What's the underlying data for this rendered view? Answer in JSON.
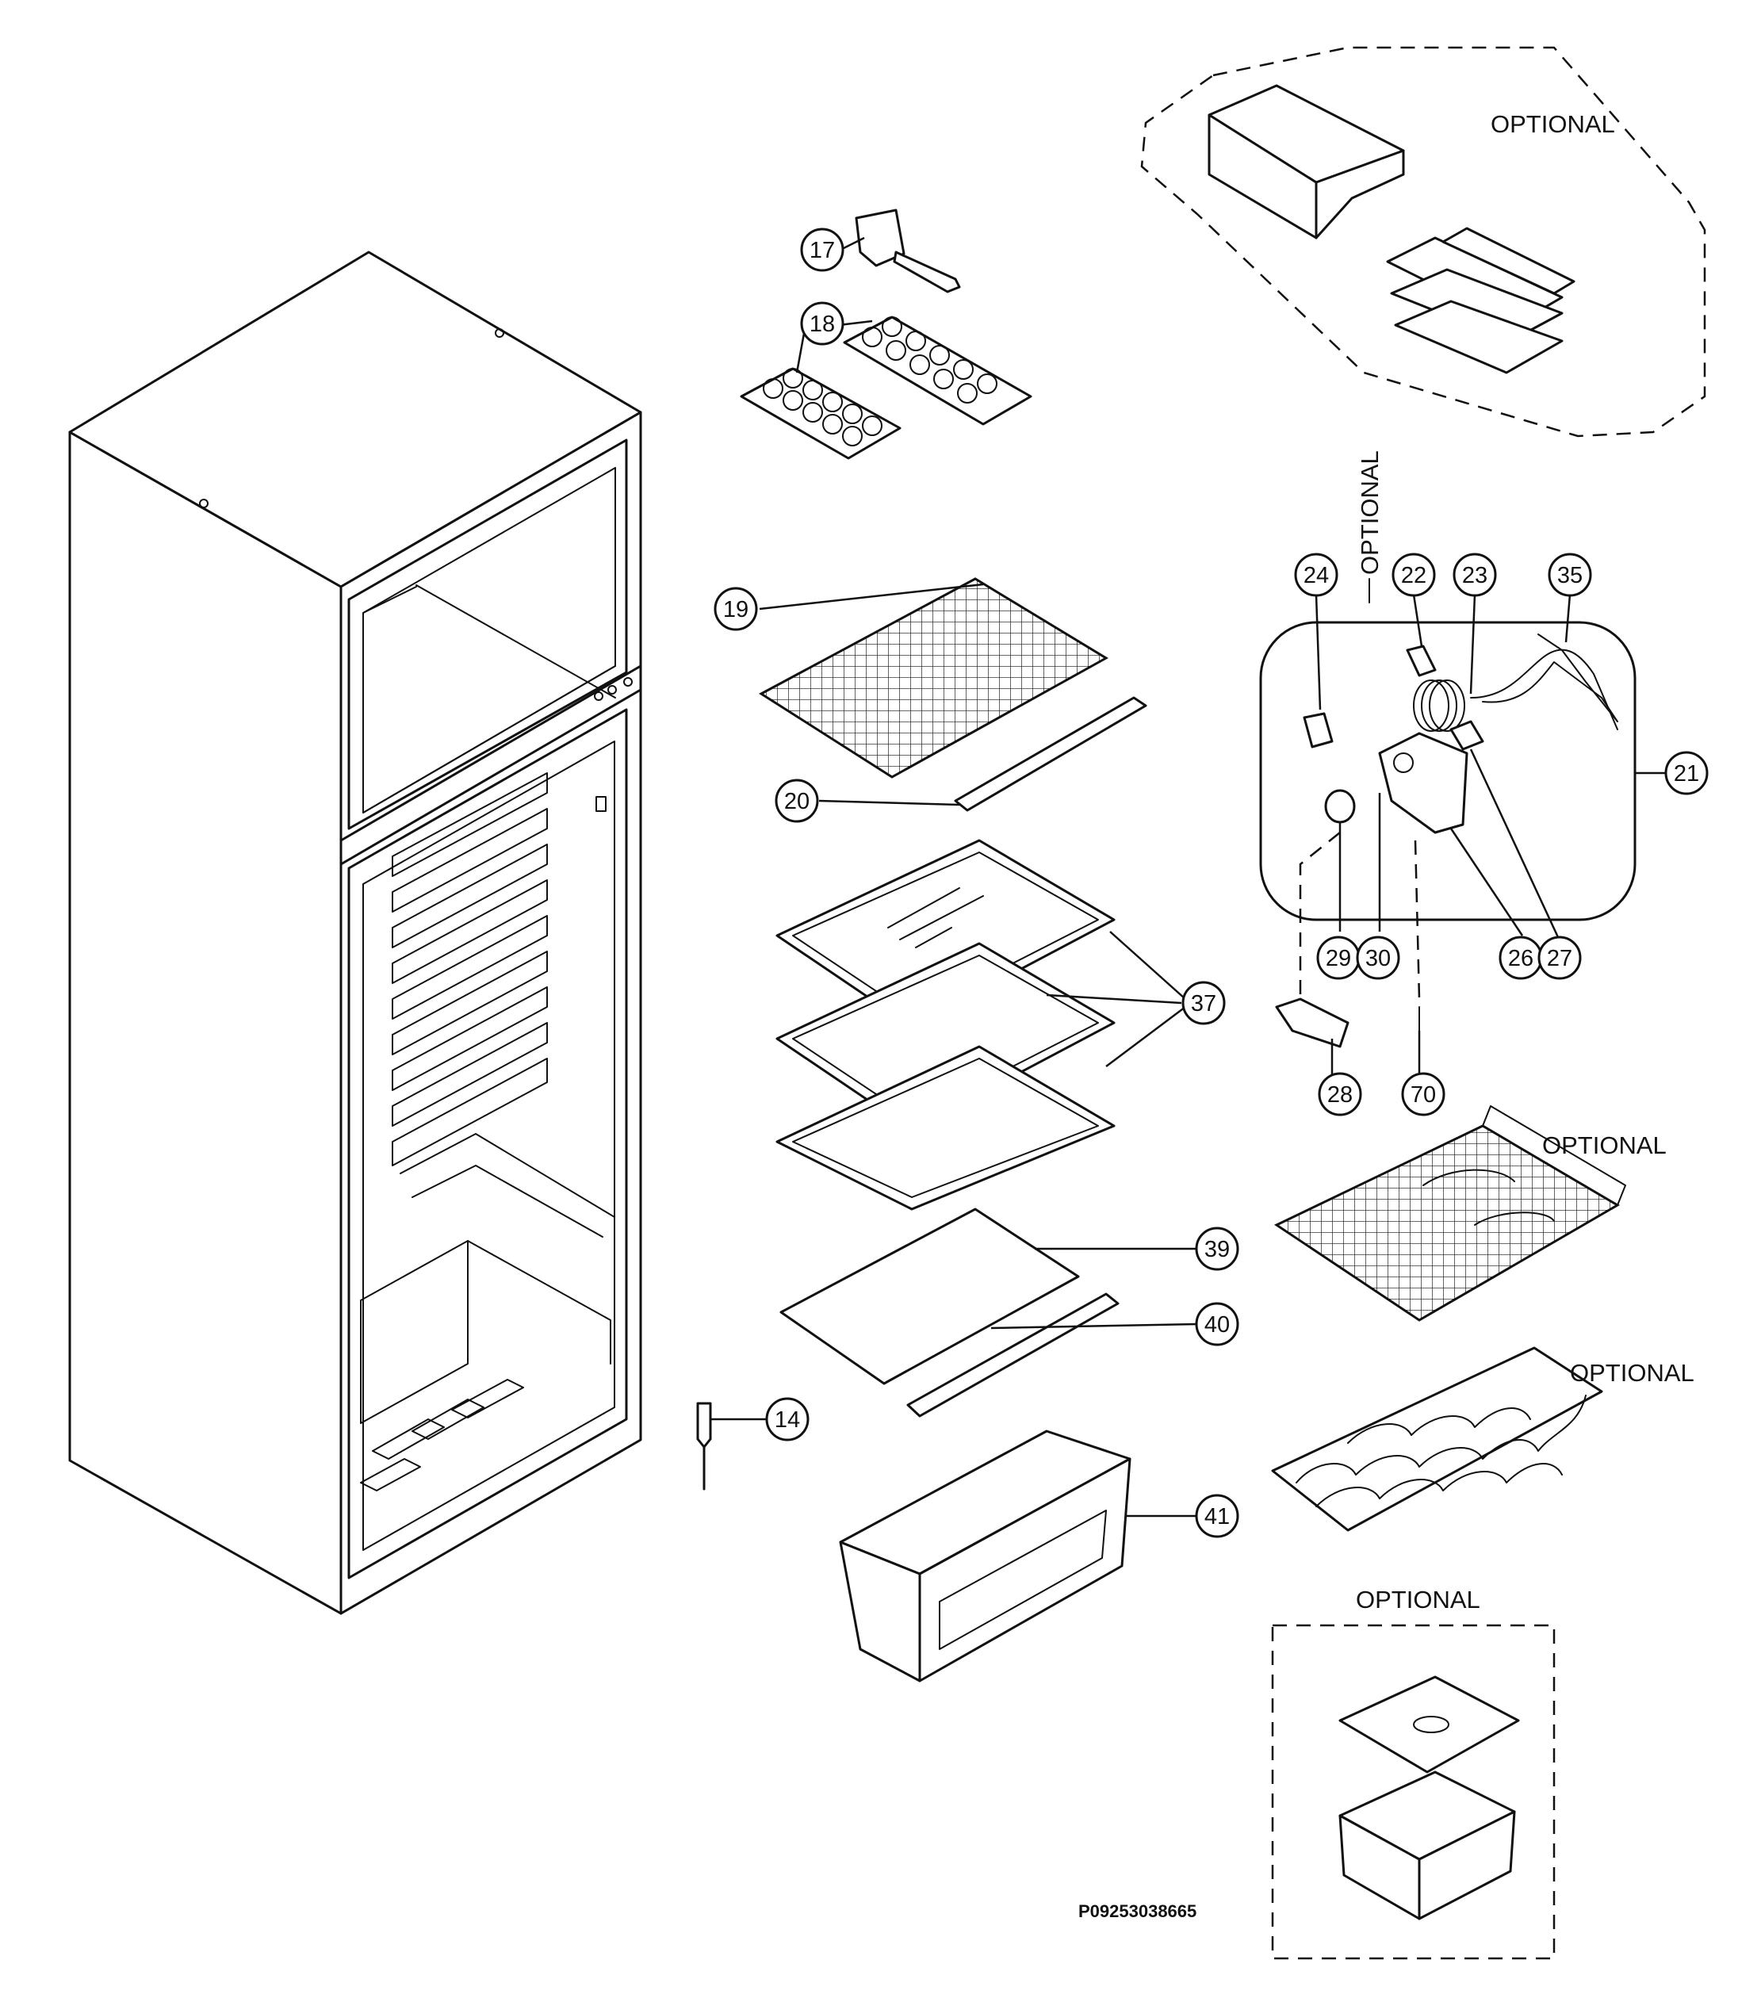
{
  "callouts": [
    "14",
    "17",
    "18",
    "19",
    "20",
    "21",
    "22",
    "23",
    "24",
    "26",
    "27",
    "28",
    "29",
    "30",
    "35",
    "37",
    "39",
    "40",
    "41",
    "70"
  ],
  "optional_labels": {
    "icemaker_box": "OPTIONAL",
    "electrical_vertical": "OPTIONAL",
    "wire_shelf": "OPTIONAL",
    "wine_rack": "OPTIONAL",
    "storage_box": "OPTIONAL"
  },
  "drawing_code": "P09253038665"
}
